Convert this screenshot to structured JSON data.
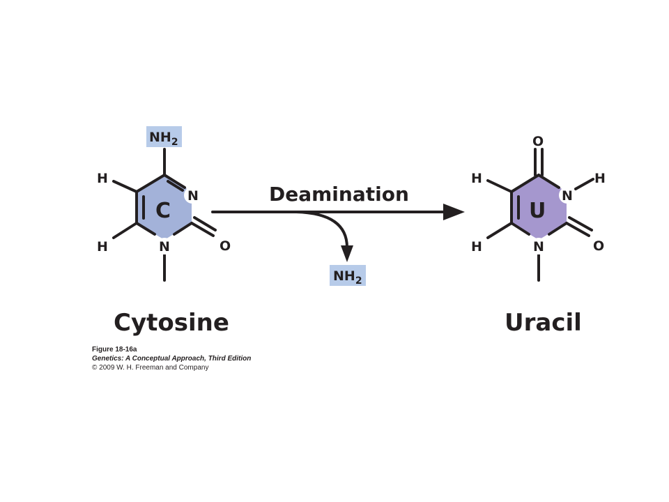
{
  "reaction": {
    "label": "Deamination",
    "released_group": {
      "main": "NH",
      "sub": "2",
      "highlight": "#b7cbe9"
    }
  },
  "cytosine": {
    "name": "Cytosine",
    "ring_letter": "C",
    "ring_color": "#a3b2d9",
    "amino": {
      "main": "NH",
      "sub": "2",
      "highlight": "#b7cbe9"
    },
    "atoms": {
      "h_top": "H",
      "h_bottom": "H",
      "n_ring": "N",
      "n_bottom": "N",
      "o": "O"
    }
  },
  "uracil": {
    "name": "Uracil",
    "ring_letter": "U",
    "ring_color": "#a597ce",
    "atoms": {
      "o_top": "O",
      "h_left_top": "H",
      "h_left_bottom": "H",
      "h_right": "H",
      "n_ring": "N",
      "n_bottom": "N",
      "o_right": "O"
    }
  },
  "caption": {
    "figure": "Figure 18-16a",
    "book": "Genetics: A Conceptual Approach, Third Edition",
    "copyright": "© 2009 W. H. Freeman and Company"
  }
}
